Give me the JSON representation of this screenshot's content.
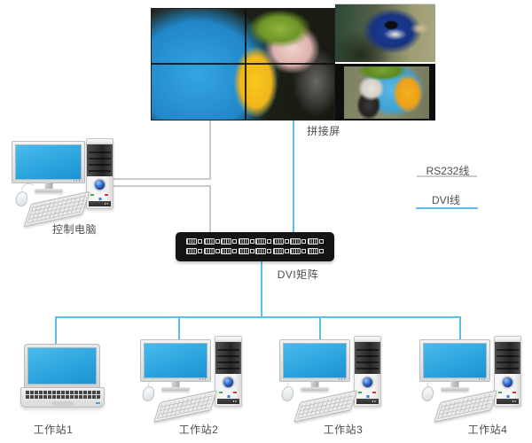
{
  "nodes": {
    "video_wall": {
      "label": "拼接屏"
    },
    "control_pc": {
      "label": "控制电脑"
    },
    "dvi_matrix": {
      "label": "DVI矩阵",
      "port_rows": 2,
      "ports_per_row": 8
    },
    "workstations": [
      {
        "label": "工作站1",
        "type": "laptop"
      },
      {
        "label": "工作站2",
        "type": "desktop"
      },
      {
        "label": "工作站3",
        "type": "desktop"
      },
      {
        "label": "工作站4",
        "type": "desktop"
      }
    ]
  },
  "legend": {
    "items": [
      {
        "label": "RS232线",
        "color": "#cbcbcb"
      },
      {
        "label": "DVI线",
        "color": "#5fbdeb"
      }
    ]
  },
  "colors": {
    "rs232_wire": "#cbcbcb",
    "dvi_wire": "#5fbdeb",
    "screen_blue": "#2aa7e0",
    "matrix_body": "#141414",
    "label_text": "#4d4d4d"
  }
}
